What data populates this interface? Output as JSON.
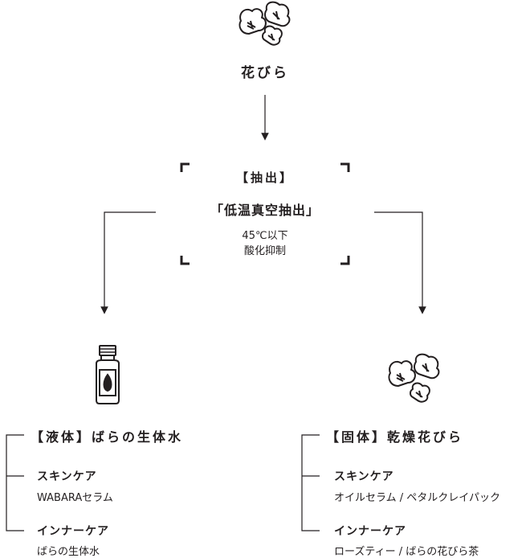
{
  "source": {
    "label": "花びら",
    "icon": "rose-petals-icon"
  },
  "extraction": {
    "title": "【抽出】",
    "method": "「低温真空抽出」",
    "temperature": "45℃以下",
    "note": "酸化抑制"
  },
  "liquid": {
    "icon": "bottle-icon",
    "title": "【液体】ばらの生体水",
    "skincare_label": "スキンケア",
    "skincare_item": "WABARAセラム",
    "inner_label": "インナーケア",
    "inner_item": "ばらの生体水"
  },
  "solid": {
    "icon": "dried-petals-icon",
    "title": "【固体】乾燥花びら",
    "skincare_label": "スキンケア",
    "skincare_item": "オイルセラム / ペタルクレイパック",
    "inner_label": "インナーケア",
    "inner_item": "ローズティー / ばらの花びら茶"
  },
  "colors": {
    "ink": "#231f20",
    "background": "#ffffff"
  }
}
